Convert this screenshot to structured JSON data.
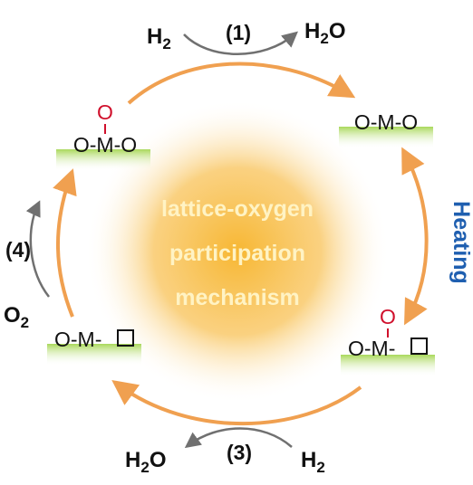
{
  "center": {
    "line1": "lattice-oxygen",
    "line2": "participation",
    "line3": "mechanism"
  },
  "nodes": {
    "top_left": {
      "dangling_o": "O",
      "label": "O-M-O"
    },
    "top_right": {
      "label": "O-M-O"
    },
    "bottom_right": {
      "dangling_o": "O",
      "label": "O-M-"
    },
    "bottom_left": {
      "label": "O-M-"
    }
  },
  "steps": {
    "step1": {
      "label": "(1)",
      "input": "H",
      "input_sub": "2",
      "output": "H",
      "output_sub": "2",
      "output_tail": "O"
    },
    "step2": {
      "label": "Heating"
    },
    "step3": {
      "label": "(3)",
      "input": "H",
      "input_sub": "2",
      "output": "H",
      "output_sub": "2",
      "output_tail": "O"
    },
    "step4": {
      "label": "(4)",
      "species": "O",
      "species_sub": "2"
    }
  },
  "colors": {
    "cycle_arrow": "#f0a050",
    "side_arrow": "#707070",
    "heating": "#1f5fb0",
    "oxygen_red": "#d0102c",
    "surface_green": "#b8e070",
    "center_glow": "#f7b733"
  }
}
